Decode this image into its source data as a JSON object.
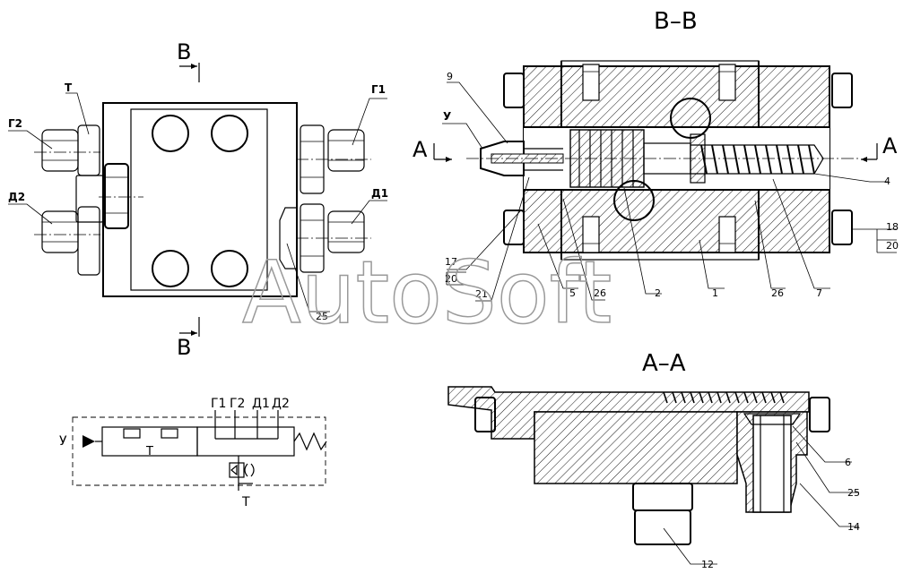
{
  "views": {
    "bb_title": "В–В",
    "aa_title": "А–А"
  },
  "section_marks": {
    "b_top": "В",
    "b_bottom": "В",
    "a_left": "А",
    "a_right": "А"
  },
  "port_labels": {
    "t": "Т",
    "g1": "Г1",
    "g2": "Г2",
    "d1": "Д1",
    "d2": "Д2",
    "u": "У"
  },
  "schematic": {
    "top_labels": [
      "Г1",
      "Г2",
      "Д1",
      "Д2"
    ],
    "u_label": "У",
    "t_label_inner": "Т",
    "t_label_bottom": "Т"
  },
  "callouts": {
    "c1": "1",
    "c2": "2",
    "c4": "4",
    "c5": "5",
    "c6": "6",
    "c7": "7",
    "c9": "9",
    "c12": "12",
    "c14": "14",
    "c17": "17",
    "c18": "18",
    "c20a": "20",
    "c20b": "20",
    "c21": "21",
    "c25a": "25",
    "c25b": "25",
    "c26a": "26",
    "c26b": "26"
  },
  "watermark": "AutoSoft"
}
